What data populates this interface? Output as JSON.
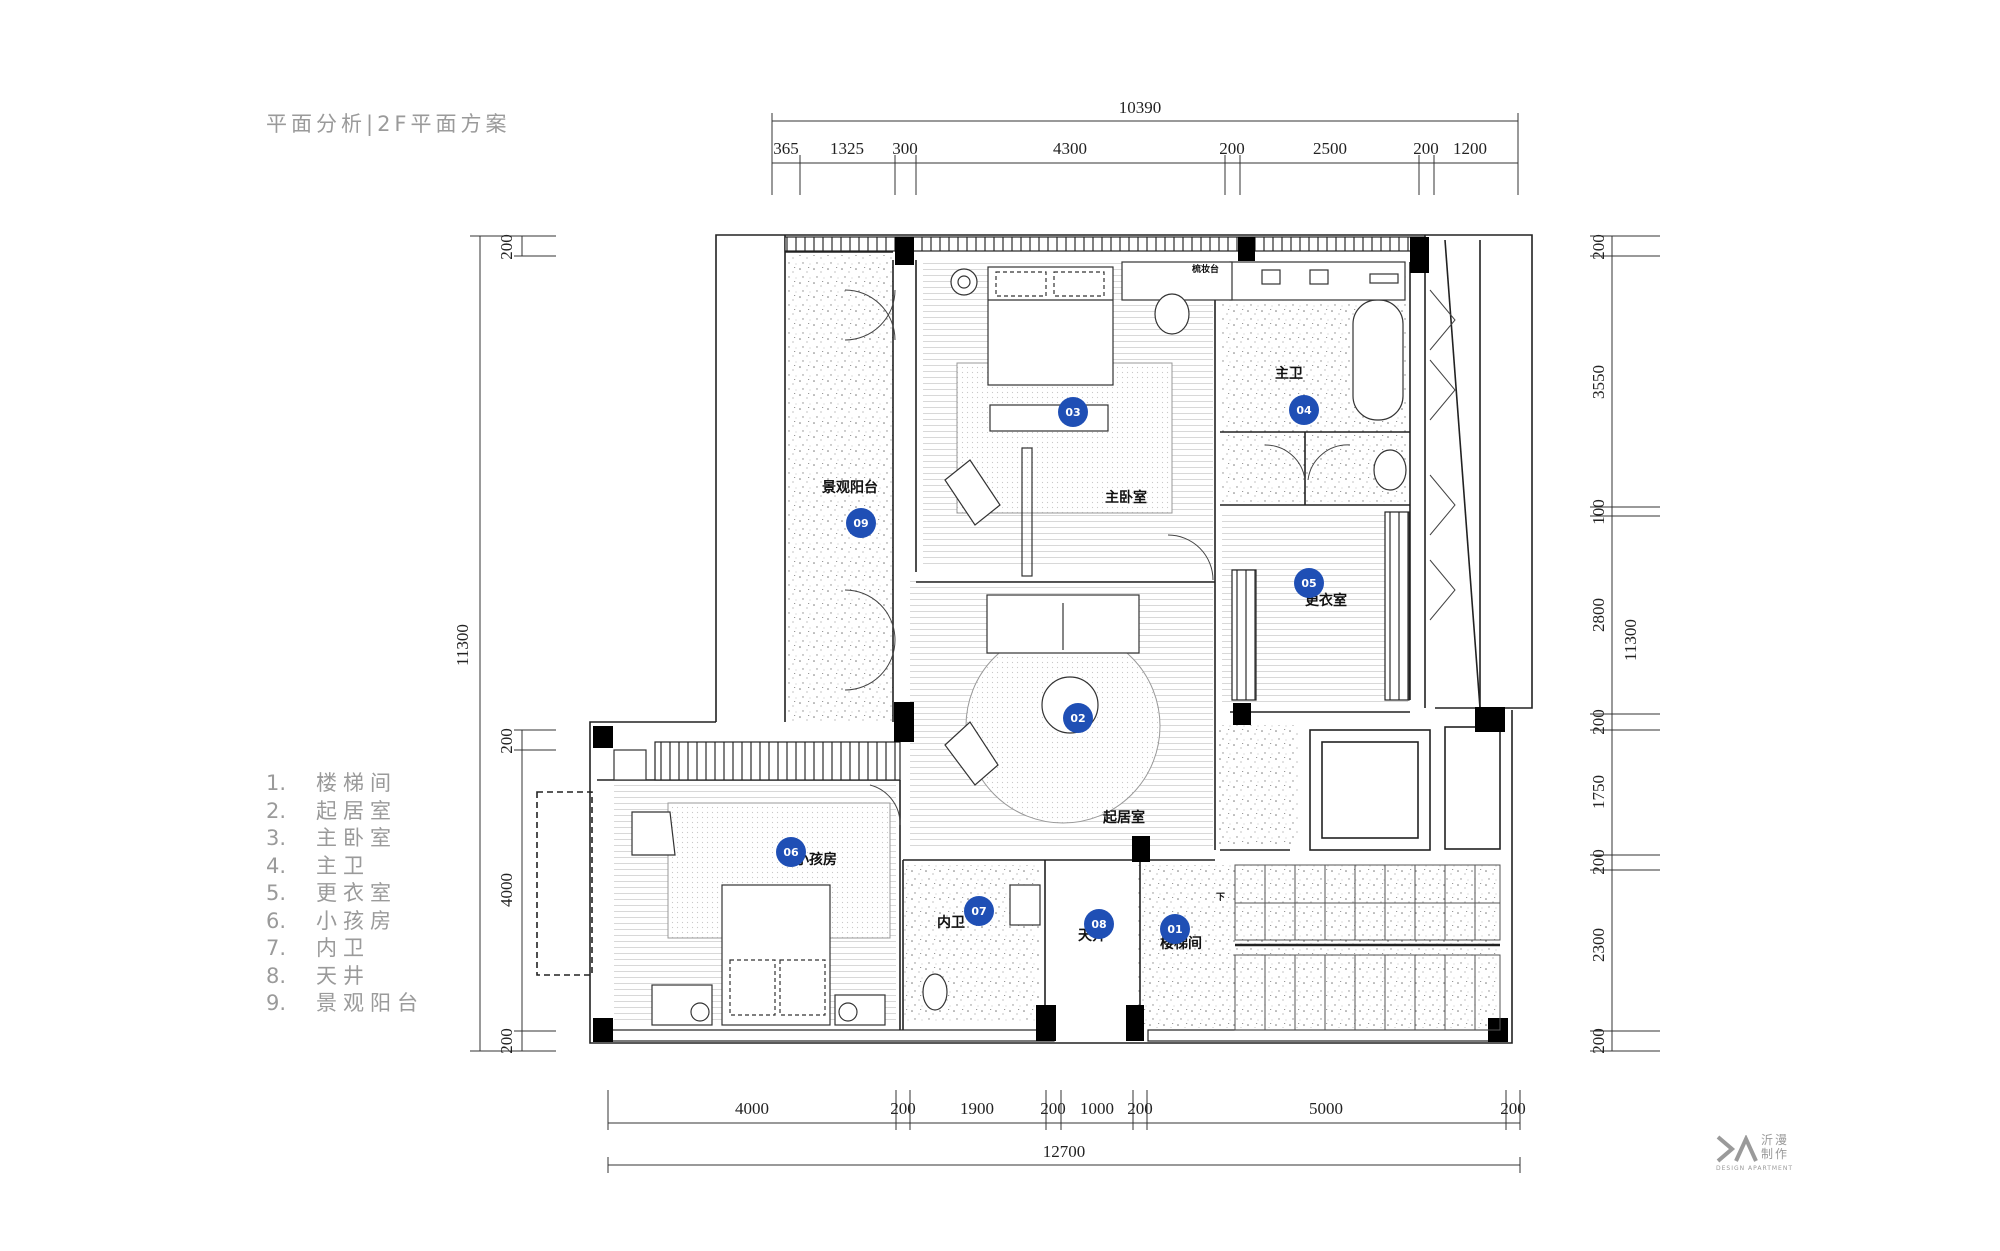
{
  "title": "平面分析|2F平面方案",
  "legend": [
    {
      "num": "1.",
      "name": "楼梯间"
    },
    {
      "num": "2.",
      "name": "起居室"
    },
    {
      "num": "3.",
      "name": "主卧室"
    },
    {
      "num": "4.",
      "name": "主卫"
    },
    {
      "num": "5.",
      "name": "更衣室"
    },
    {
      "num": "6.",
      "name": "小孩房"
    },
    {
      "num": "7.",
      "name": "内卫"
    },
    {
      "num": "8.",
      "name": "天井"
    },
    {
      "num": "9.",
      "name": "景观阳台"
    }
  ],
  "dimensions": {
    "top_total": "10390",
    "top_segments": [
      "365",
      "1325",
      "300",
      "4300",
      "200",
      "2500",
      "200",
      "1200"
    ],
    "bottom_total": "12700",
    "bottom_segments": [
      "4000",
      "200",
      "1900",
      "200",
      "1000",
      "200",
      "5000",
      "200"
    ],
    "left_total": "11300",
    "left_segments": [
      "200",
      "200",
      "4000",
      "200"
    ],
    "right_total": "11300",
    "right_segments": [
      "200",
      "3550",
      "100",
      "2800",
      "200",
      "1750",
      "200",
      "2300",
      "200"
    ]
  },
  "rooms": {
    "master_bedroom": "主卧室",
    "master_bath": "主卫",
    "dressing": "更衣室",
    "living": "起居室",
    "kids": "小孩房",
    "inner_bath": "内卫",
    "courtyard": "天井",
    "stair": "楼梯间",
    "balcony": "景观阳台",
    "vanity": "梳妆台",
    "down": "下"
  },
  "markers": [
    "01",
    "02",
    "03",
    "04",
    "05",
    "06",
    "07",
    "08",
    "09"
  ],
  "logo": {
    "cn": "沂漫制作",
    "en": "DESIGN APARTMENT"
  },
  "colors": {
    "marker": "#1f4fb5",
    "wall": "#000000",
    "line": "#333333",
    "label": "#9a9a9a"
  }
}
